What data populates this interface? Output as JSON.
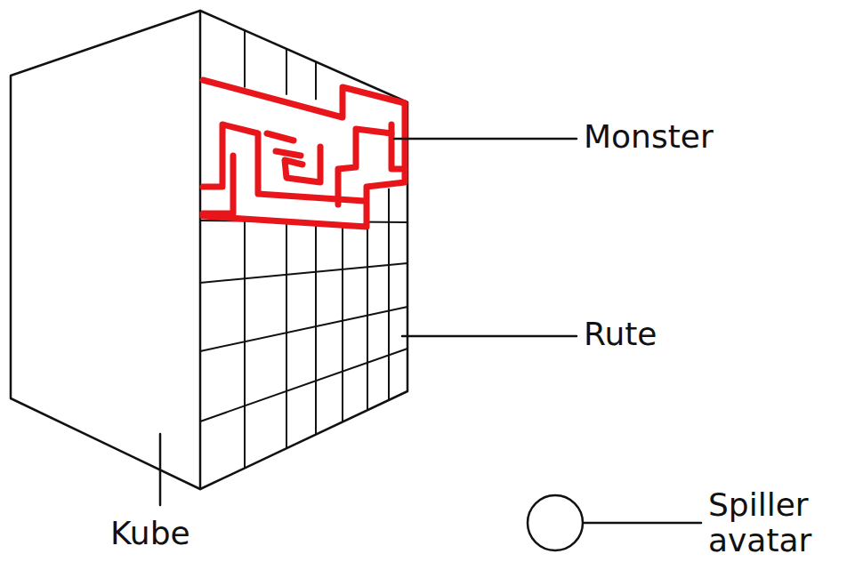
{
  "diagram": {
    "labels": [
      "Monster",
      "Rute",
      "Kube",
      "Spiller avatar"
    ]
  }
}
